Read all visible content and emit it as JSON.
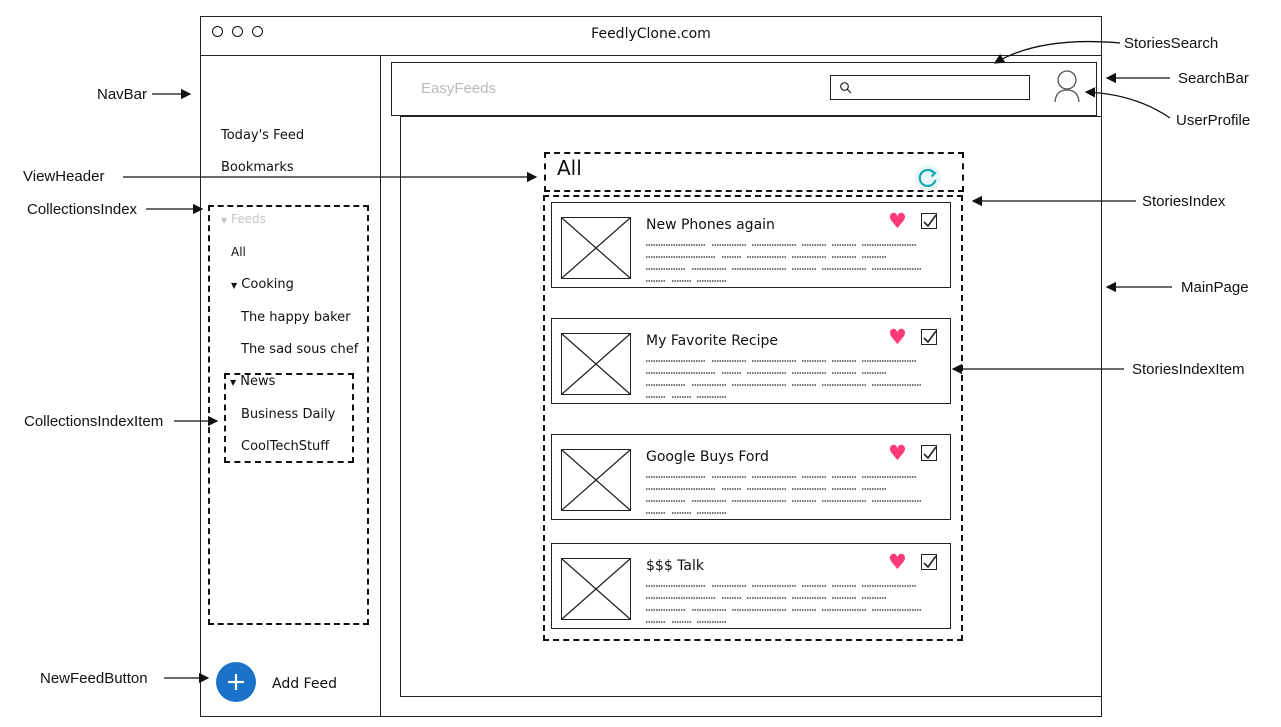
{
  "window": {
    "title": "FeedlyClone.com"
  },
  "header": {
    "brand": "EasyFeeds"
  },
  "navbar": {
    "links": [
      "Today's Feed",
      "Bookmarks"
    ],
    "feeds_label": "Feeds",
    "all_label": "All",
    "cooking_label": "Cooking",
    "cooking_items": [
      "The happy baker",
      "The sad sous chef"
    ],
    "news_label": "News",
    "news_items": [
      "Business Daily",
      "CoolTechStuff"
    ],
    "add_feed_label": "Add Feed"
  },
  "view": {
    "title": "All"
  },
  "stories": [
    {
      "title": "New Phones again"
    },
    {
      "title": "My Favorite Recipe"
    },
    {
      "title": "Google Buys Ford"
    },
    {
      "title": "$$$ Talk"
    }
  ],
  "annotations": {
    "navbar": "NavBar",
    "view_header": "ViewHeader",
    "collections_index": "CollectionsIndex",
    "collections_index_item": "CollectionsIndexItem",
    "new_feed_button": "NewFeedButton",
    "stories_search": "StoriesSearch",
    "search_bar": "SearchBar",
    "user_profile": "UserProfile",
    "stories_index": "StoriesIndex",
    "main_page": "MainPage",
    "stories_index_item": "StoriesIndexItem"
  },
  "colors": {
    "heart": "#ff3b77",
    "add_button": "#1a73c8",
    "refresh": "#19a7b5",
    "brand_text": "#bbbbbb"
  },
  "icons": {
    "window_controls": "three-circles",
    "search": "magnifier-icon",
    "user": "person-icon",
    "refresh": "refresh-icon",
    "favorite": "heart-icon",
    "select": "checkbox-icon",
    "add": "plus-icon",
    "collapse": "triangle-down-icon"
  }
}
